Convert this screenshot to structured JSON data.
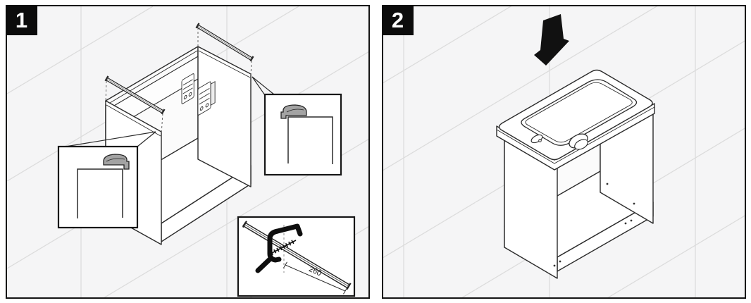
{
  "steps": [
    {
      "number": "1",
      "dimension_label": "260"
    },
    {
      "number": "2"
    }
  ],
  "colors": {
    "panel_background": "#f5f5f6",
    "grid_line": "#dcdcdc",
    "line": "#2b2b2b",
    "badge_background": "#0c0c0c",
    "badge_text": "#ffffff",
    "cap_gray": "#a3a3a3",
    "arrow_black": "#111111"
  },
  "icons": {
    "step1": [
      "rail-end-cap-icon",
      "rail-end-cap-icon",
      "clamp-icon",
      "wall-bracket-icon"
    ],
    "step2": [
      "down-arrow-icon"
    ]
  }
}
